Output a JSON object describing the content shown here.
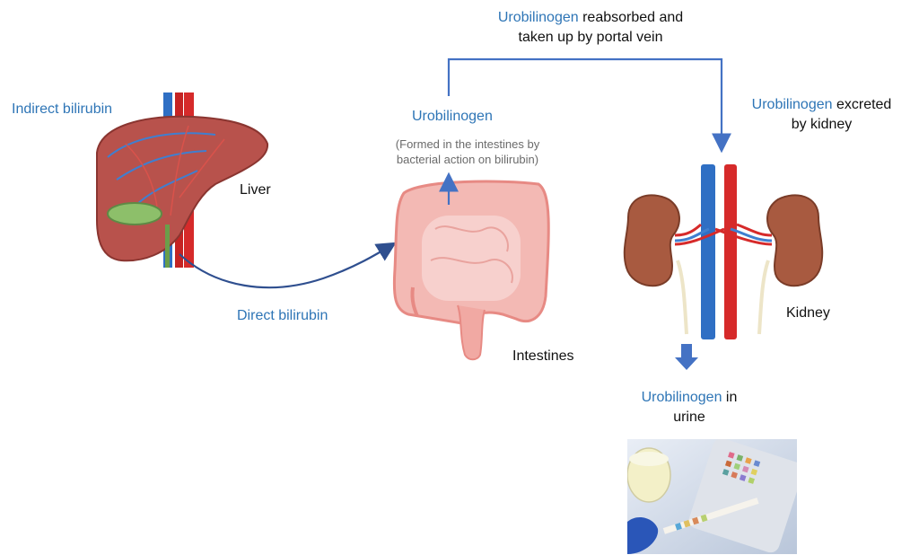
{
  "labels": {
    "indirect_bilirubin": "Indirect bilirubin",
    "liver": "Liver",
    "direct_bilirubin": "Direct bilirubin",
    "urobilinogen_intestine": "Urobilinogen",
    "formed_note_line1": "(Formed in the intestines by",
    "formed_note_line2": "bacterial action on bilirubin)",
    "intestines": "Intestines",
    "reabsorbed_term": "Urobilinogen",
    "reabsorbed_rest1": " reabsorbed and",
    "reabsorbed_line2": "taken up by portal vein",
    "excreted_term": "Urobilinogen",
    "excreted_rest1": " excreted",
    "excreted_line2": "by kidney",
    "kidney": "Kidney",
    "urine_term": "Urobilinogen",
    "urine_rest1": " in",
    "urine_line2": "urine"
  },
  "colors": {
    "term_blue": "#2e75b6",
    "arrow_blue": "#4472c4",
    "path_navy": "#2f4f8f",
    "artery_red": "#d62a2a",
    "vein_blue": "#2f6fc4"
  },
  "icons": [
    "liver-illustration",
    "intestines-illustration",
    "kidney-illustration",
    "urine-test-photo"
  ]
}
